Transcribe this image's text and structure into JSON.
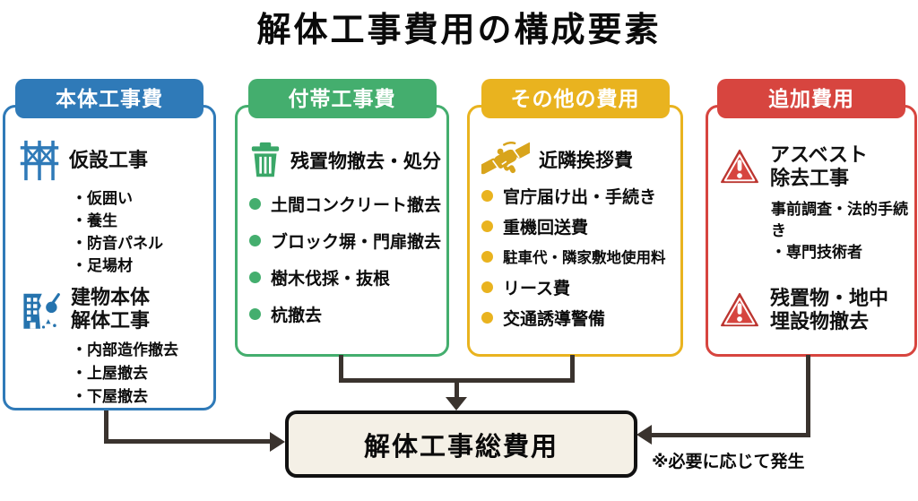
{
  "title": "解体工事費用の構成要素",
  "footnote": "※必要に応じて発生",
  "total_box": {
    "label": "解体工事総費用"
  },
  "colors": {
    "main": "#2f7ab8",
    "incidental": "#44ae6e",
    "other": "#e9b31f",
    "additional": "#d7453f",
    "connector": "#3a332e",
    "total_box_bg": "#f4f0e6"
  },
  "columns": [
    {
      "id": "main-construction-cost",
      "header": "本体工事費",
      "sections": [
        {
          "icon": "scaffolding-icon",
          "heading_lines": [
            "仮設工事"
          ],
          "items": [
            "仮囲い",
            "養生",
            "防音パネル",
            "足場材"
          ]
        },
        {
          "icon": "building-demolition-icon",
          "heading_lines": [
            "建物本体",
            "解体工事"
          ],
          "items": [
            "内部造作撤去",
            "上屋撤去",
            "下屋撤去"
          ]
        }
      ]
    },
    {
      "id": "incidental-construction-cost",
      "header": "付帯工事費",
      "lead": {
        "icon": "trash-icon",
        "label": "残置物撤去・処分"
      },
      "bullets": [
        "土間コンクリート撤去",
        "ブロック塀・門扉撤去",
        "樹木伐採・抜根",
        "杭撤去"
      ]
    },
    {
      "id": "other-costs",
      "header": "その他の費用",
      "lead": {
        "icon": "handshake-icon",
        "label": "近隣挨拶費"
      },
      "bullets": [
        "官庁届け出・手続き",
        "重機回送費",
        "駐車代・隣家敷地使用料",
        "リース費",
        "交通誘導警備"
      ]
    },
    {
      "id": "additional-costs",
      "header": "追加費用",
      "sections": [
        {
          "icon": "warning-icon",
          "heading_lines": [
            "アスベスト",
            "除去工事"
          ],
          "note_lines": [
            "事前調査・法的手続き",
            "・専門技術者"
          ]
        },
        {
          "icon": "warning-icon",
          "heading_lines": [
            "残置物・地中",
            "埋設物撤去"
          ]
        }
      ]
    }
  ]
}
